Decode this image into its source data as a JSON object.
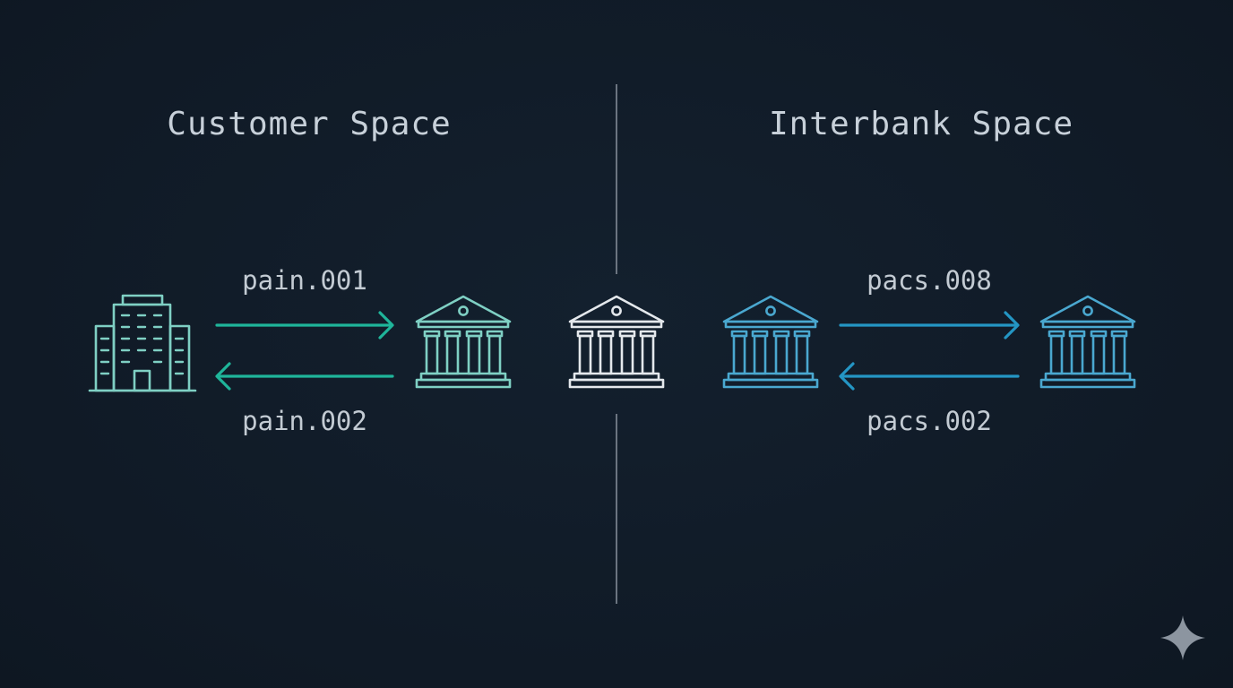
{
  "sections": {
    "customer_title": "Customer Space",
    "interbank_title": "Interbank Space"
  },
  "messages": {
    "customer_request": "pain.001",
    "customer_response": "pain.002",
    "interbank_request": "pacs.008",
    "interbank_response": "pacs.002"
  },
  "icons": {
    "customer": "office-building-icon",
    "customer_bank": "bank-icon",
    "center_bank": "bank-icon",
    "sender_bank": "bank-icon",
    "receiver_bank": "bank-icon",
    "corner": "sparkle-star-icon"
  },
  "colors": {
    "background": "#111c28",
    "customer_building": "#7fd0c4",
    "customer_arrows": "#1fb59a",
    "customer_bank": "#7fd0c4",
    "center_bank": "#e4e8ec",
    "interbank_banks": "#4aa8d0",
    "interbank_arrows": "#2496c4",
    "divider": "#6b7480",
    "text": "#c7d0d9"
  }
}
